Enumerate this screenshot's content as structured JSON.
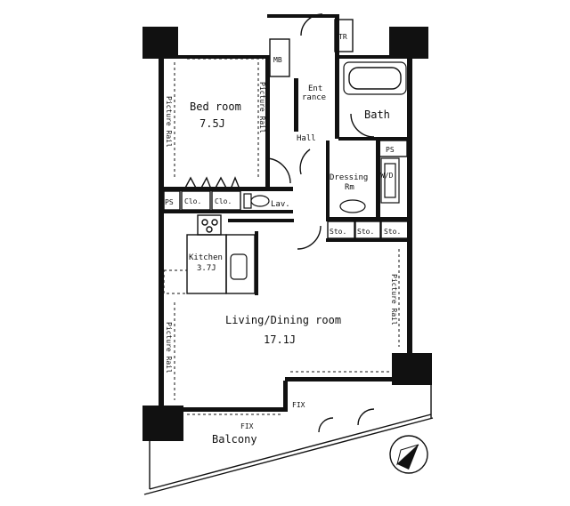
{
  "rooms": {
    "bedroom": {
      "name": "Bed room",
      "size": "7.5J"
    },
    "bath": {
      "name": "Bath"
    },
    "entrance_line1": "Ent",
    "entrance_line2": "rance",
    "hall": "Hall",
    "dressing_line1": "Dressing",
    "dressing_line2": "Rm",
    "kitchen": {
      "name": "Kitchen",
      "size": "3.7J"
    },
    "living": {
      "name": "Living/Dining room",
      "size": "17.1J"
    },
    "balcony": "Balcony",
    "lavatory": "Lav."
  },
  "storage": {
    "mb": "MB",
    "tr": "TR",
    "ps_top": "PS",
    "ps_left": "PS",
    "wd": "W/D",
    "clo1": "Clo.",
    "clo2": "Clo.",
    "sto1": "Sto.",
    "sto2": "Sto.",
    "sto3": "Sto."
  },
  "annotations": {
    "picture_rail": "Picture Rail",
    "fix": "FIX"
  },
  "icons": {
    "compass": "north-arrow-icon"
  }
}
